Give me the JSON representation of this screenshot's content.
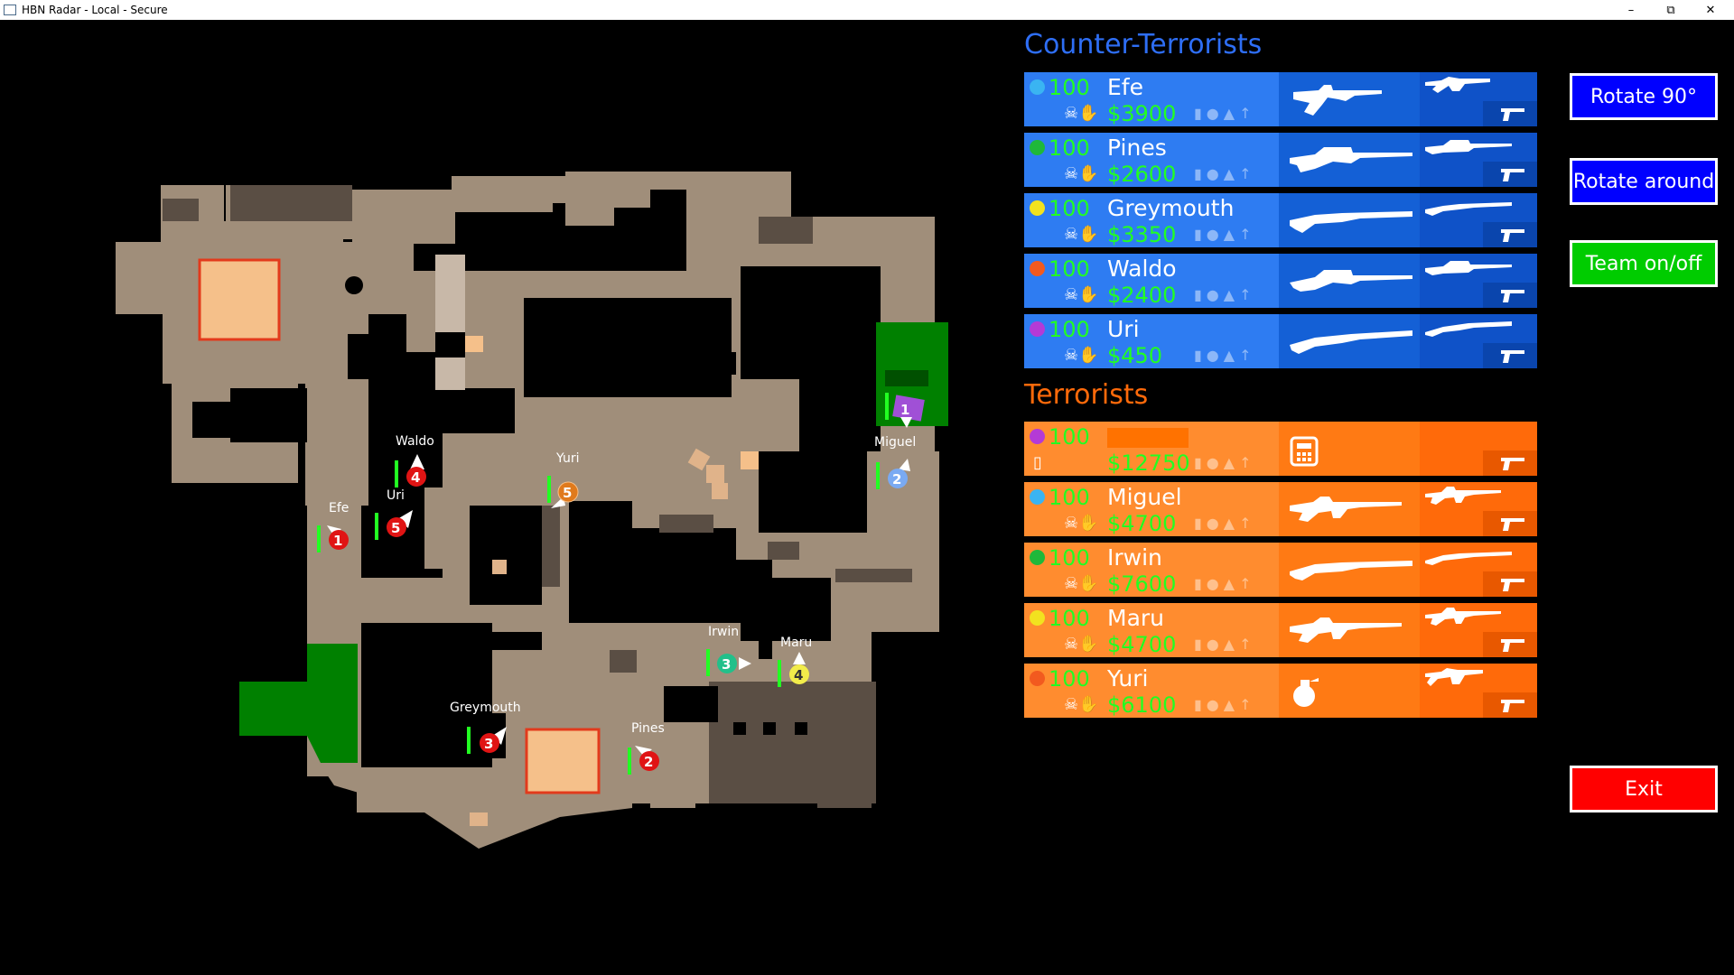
{
  "window": {
    "title": "HBN Radar - Local - Secure",
    "minimize": "–",
    "restore": "⧉",
    "close": "✕"
  },
  "ct_team": {
    "title": "Counter-Terrorists",
    "color": "#2e7cf2",
    "title_color": "#2e6ef5",
    "players": [
      {
        "name": "Efe",
        "hp": "100",
        "money": "$3900",
        "dot_color": "#3ab4f2"
      },
      {
        "name": "Pines",
        "hp": "100",
        "money": "$2600",
        "dot_color": "#1fb83a"
      },
      {
        "name": "Greymouth",
        "hp": "100",
        "money": "$3350",
        "dot_color": "#f2e21f"
      },
      {
        "name": "Waldo",
        "hp": "100",
        "money": "$2400",
        "dot_color": "#f25a1f"
      },
      {
        "name": "Uri",
        "hp": "100",
        "money": "$450",
        "dot_color": "#b43ad6"
      }
    ]
  },
  "t_team": {
    "title": "Terrorists",
    "color": "#ff8c2f",
    "title_color": "#ff6a0a",
    "players": [
      {
        "name": "",
        "hp": "100",
        "money": "$12750",
        "dot_color": "#b43ad6"
      },
      {
        "name": "Miguel",
        "hp": "100",
        "money": "$4700",
        "dot_color": "#3ab4f2"
      },
      {
        "name": "Irwin",
        "hp": "100",
        "money": "$7600",
        "dot_color": "#1fb83a"
      },
      {
        "name": "Maru",
        "hp": "100",
        "money": "$4700",
        "dot_color": "#f2e21f"
      },
      {
        "name": "Yuri",
        "hp": "100",
        "money": "$6100",
        "dot_color": "#f25a1f"
      }
    ]
  },
  "icons": {
    "kit": "☠✋",
    "util": "▮●▲↑"
  },
  "buttons": {
    "rotate90": "Rotate 90°",
    "rotate_around": "Rotate around",
    "team_toggle": "Team on/off",
    "exit": "Exit"
  },
  "button_colors": {
    "rotate90": "#0000ff",
    "rotate_around": "#0000ff",
    "team_toggle": "#00cc00",
    "exit": "#ff0000"
  },
  "radar": {
    "labels": {
      "waldo": "Waldo",
      "uri": "Uri",
      "efe": "Efe",
      "yuri": "Yuri",
      "miguel": "Miguel",
      "greymouth": "Greymouth",
      "pines": "Pines",
      "irwin": "Irwin",
      "maru": "Maru"
    },
    "numbers": {
      "waldo": "4",
      "uri": "5",
      "efe": "1",
      "greymouth": "3",
      "pines": "2",
      "yuri": "5",
      "miguel": "2",
      "irwin": "3",
      "maru": "4",
      "bomb_carrier": "1"
    }
  }
}
